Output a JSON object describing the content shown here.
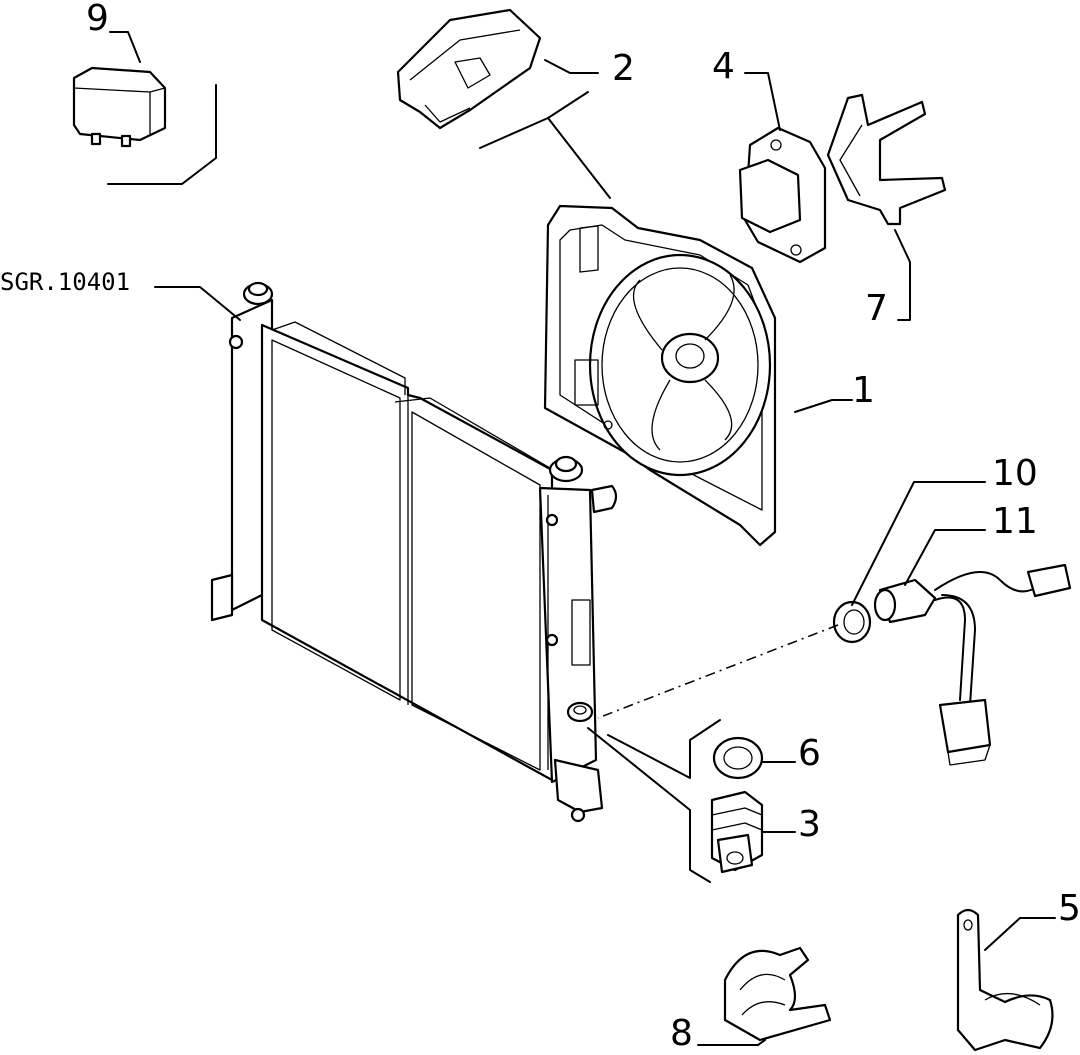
{
  "drawing": {
    "reference_code": "SGR.10401"
  },
  "callouts": [
    {
      "id": "1",
      "label": "1"
    },
    {
      "id": "2",
      "label": "2"
    },
    {
      "id": "3",
      "label": "3"
    },
    {
      "id": "4",
      "label": "4"
    },
    {
      "id": "5",
      "label": "5"
    },
    {
      "id": "6",
      "label": "6"
    },
    {
      "id": "7",
      "label": "7"
    },
    {
      "id": "8",
      "label": "8"
    },
    {
      "id": "9",
      "label": "9"
    },
    {
      "id": "10",
      "label": "10"
    },
    {
      "id": "11",
      "label": "11"
    }
  ]
}
